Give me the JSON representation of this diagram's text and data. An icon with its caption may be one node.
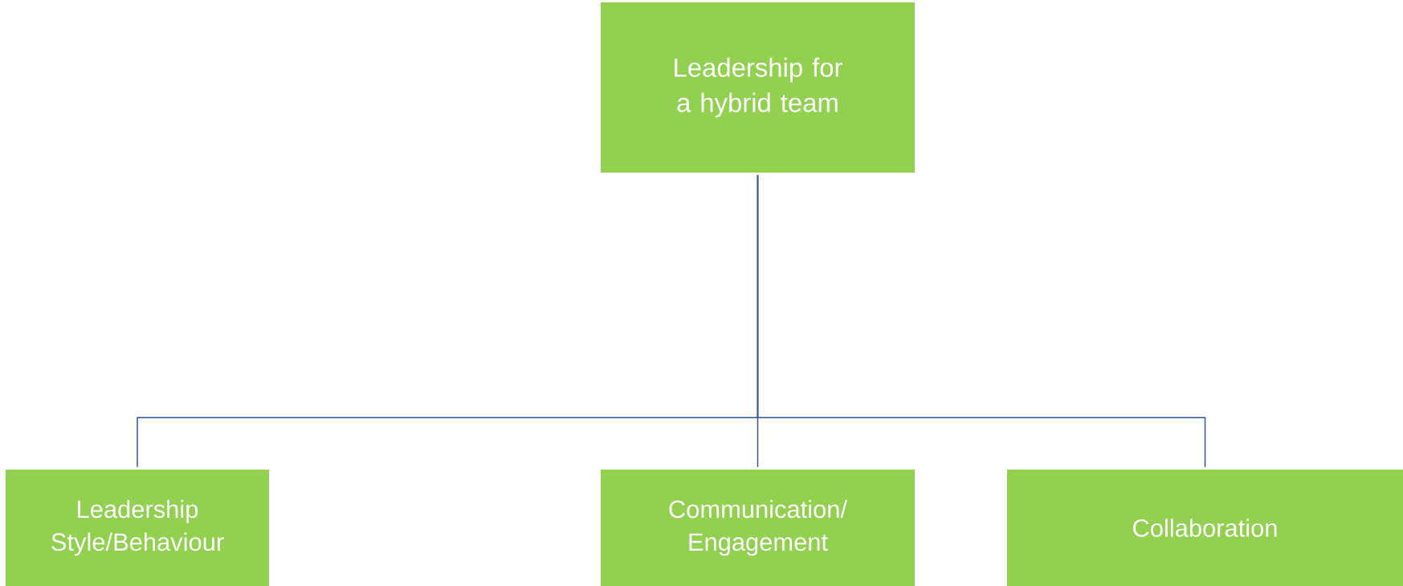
{
  "diagram": {
    "nodes": [
      {
        "text": [
          "Leadership for a hybrid team"
        ]
      },
      {
        "text": [
          "Leadership Style/Behaviour"
        ]
      },
      {
        "text": [
          "Communication/ Engagement"
        ]
      },
      {
        "text": [
          "Collaboration"
        ]
      }
    ],
    "edges": [
      {
        "from": 0,
        "to": 1,
        "arrow": "none"
      },
      {
        "from": 0,
        "to": 2,
        "arrow": "none"
      },
      {
        "from": 0,
        "to": 3,
        "arrow": "none"
      }
    ]
  }
}
